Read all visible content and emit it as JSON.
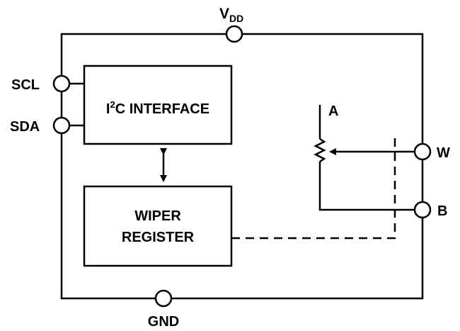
{
  "pins": {
    "vdd": {
      "main": "V",
      "sub": "DD"
    },
    "gnd": "GND",
    "scl": "SCL",
    "sda": "SDA",
    "w": "W",
    "b": "B",
    "a": "A"
  },
  "blocks": {
    "i2c": {
      "prefix": "I",
      "sup": "2",
      "suffix": "C INTERFACE"
    },
    "wiper_register": {
      "line1": "WIPER",
      "line2": "REGISTER"
    }
  }
}
